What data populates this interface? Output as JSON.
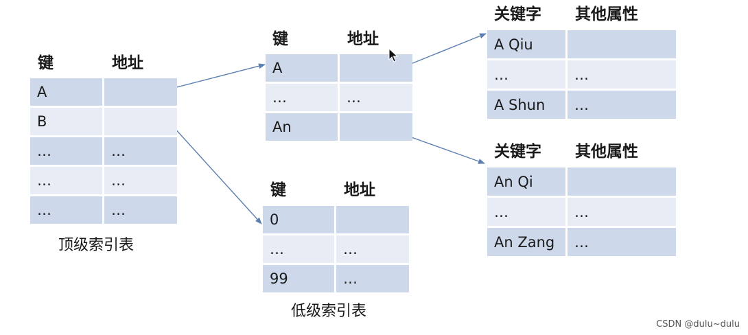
{
  "top_index": {
    "headers": [
      "键",
      "地址"
    ],
    "rows": [
      [
        "A",
        ""
      ],
      [
        "B",
        ""
      ],
      [
        "…",
        "…"
      ],
      [
        "…",
        "…"
      ],
      [
        "…",
        "…"
      ]
    ],
    "caption": "顶级索引表"
  },
  "mid_index": {
    "headers": [
      "键",
      "地址"
    ],
    "rows": [
      [
        "A",
        ""
      ],
      [
        "…",
        "…"
      ],
      [
        "An",
        ""
      ]
    ]
  },
  "low_index": {
    "headers": [
      "键",
      "地址"
    ],
    "rows": [
      [
        "0",
        ""
      ],
      [
        "…",
        "…"
      ],
      [
        "99",
        "…"
      ]
    ],
    "caption": "低级索引表"
  },
  "data_table_1": {
    "headers": [
      "关键字",
      "其他属性"
    ],
    "rows": [
      [
        "A Qiu",
        ""
      ],
      [
        "…",
        "…"
      ],
      [
        "A Shun",
        "…"
      ]
    ]
  },
  "data_table_2": {
    "headers": [
      "关键字",
      "其他属性"
    ],
    "rows": [
      [
        "An Qi",
        ""
      ],
      [
        "…",
        "…"
      ],
      [
        "An Zang",
        "…"
      ]
    ]
  },
  "watermark": "CSDN @dulu~dulu",
  "colors": {
    "row_dark": "#cdd8ea",
    "row_light": "#e8ecf4",
    "arrow": "#5b7fb0"
  }
}
